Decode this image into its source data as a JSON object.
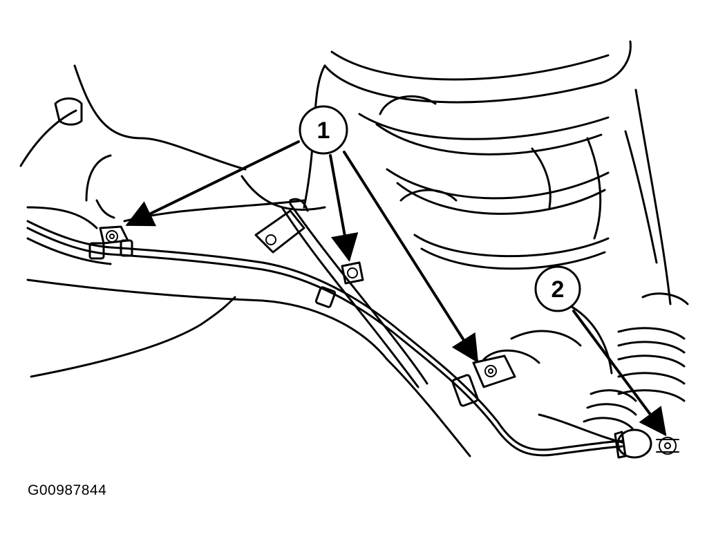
{
  "callouts": [
    {
      "id": "callout-1",
      "label": "1"
    },
    {
      "id": "callout-2",
      "label": "2"
    }
  ],
  "figure_id": "G00987844",
  "colors": {
    "ink": "#000000",
    "background": "#ffffff"
  }
}
